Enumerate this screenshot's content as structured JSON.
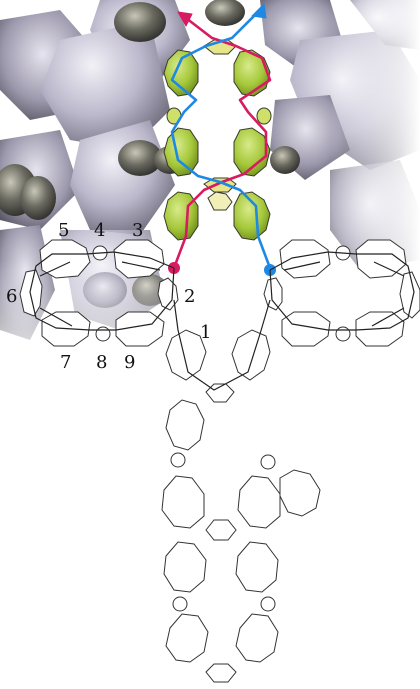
{
  "diagram": {
    "type": "beading-pattern",
    "step_labels": [
      {
        "id": "1",
        "text": "1"
      },
      {
        "id": "2",
        "text": "2"
      },
      {
        "id": "3",
        "text": "3"
      },
      {
        "id": "4",
        "text": "4"
      },
      {
        "id": "5",
        "text": "5"
      },
      {
        "id": "6",
        "text": "6"
      },
      {
        "id": "7",
        "text": "7"
      },
      {
        "id": "8",
        "text": "8"
      },
      {
        "id": "9",
        "text": "9"
      }
    ],
    "colors": {
      "thread_pink": "#d81b60",
      "thread_blue": "#1e88e5",
      "bead_green": "#a5c83a",
      "bead_green_dark": "#6f8f1f",
      "bead_outline": "#333333",
      "bead_fill": "#ffffff",
      "thread_black": "#222222",
      "photo_bg_light": "#c9c6d6",
      "photo_bg_dark": "#5b5a63"
    }
  }
}
